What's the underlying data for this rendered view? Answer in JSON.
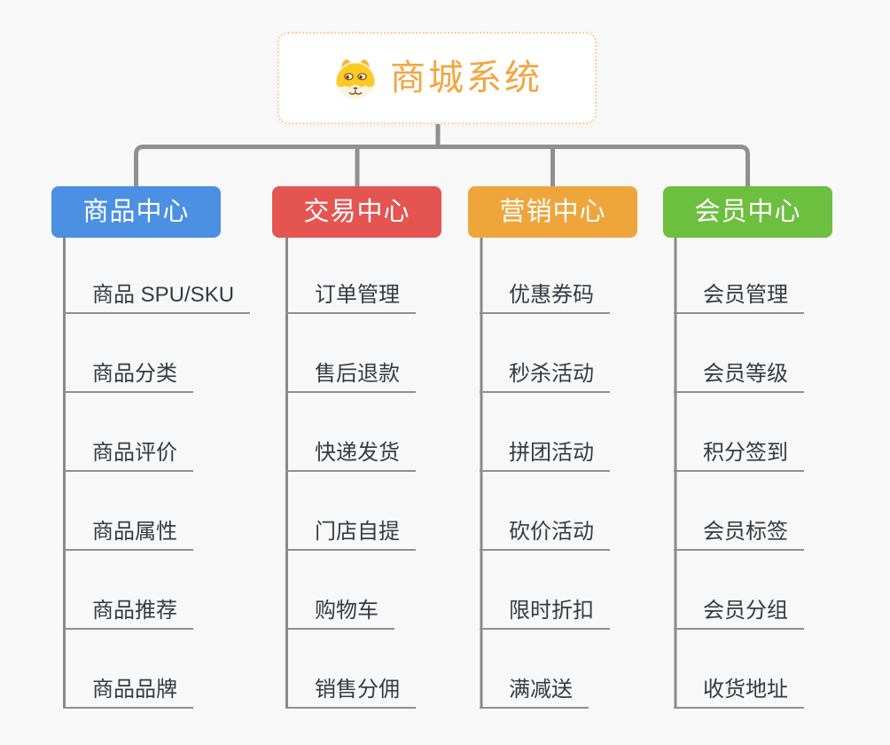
{
  "root": {
    "title": "商城系统",
    "icon": "dog-face"
  },
  "branches": [
    {
      "title": "商品中心",
      "color": "#4b90e2",
      "items": [
        "商品 SPU/SKU",
        "商品分类",
        "商品评价",
        "商品属性",
        "商品推荐",
        "商品品牌"
      ]
    },
    {
      "title": "交易中心",
      "color": "#e45552",
      "items": [
        "订单管理",
        "售后退款",
        "快递发货",
        "门店自提",
        "购物车",
        "销售分佣"
      ]
    },
    {
      "title": "营销中心",
      "color": "#eea63c",
      "items": [
        "优惠券码",
        "秒杀活动",
        "拼团活动",
        "砍价活动",
        "限时折扣",
        "满减送"
      ]
    },
    {
      "title": "会员中心",
      "color": "#6cbf3f",
      "items": [
        "会员管理",
        "会员等级",
        "积分签到",
        "会员标签",
        "会员分组",
        "收货地址"
      ]
    }
  ],
  "colors": {
    "background": "#f8f8f8",
    "root_text": "#f2a641",
    "root_border": "#f8d08e",
    "connector": "#909090",
    "spine": "#8a8a8a",
    "underline": "#8f8f8f",
    "item_text": "#333b44"
  }
}
